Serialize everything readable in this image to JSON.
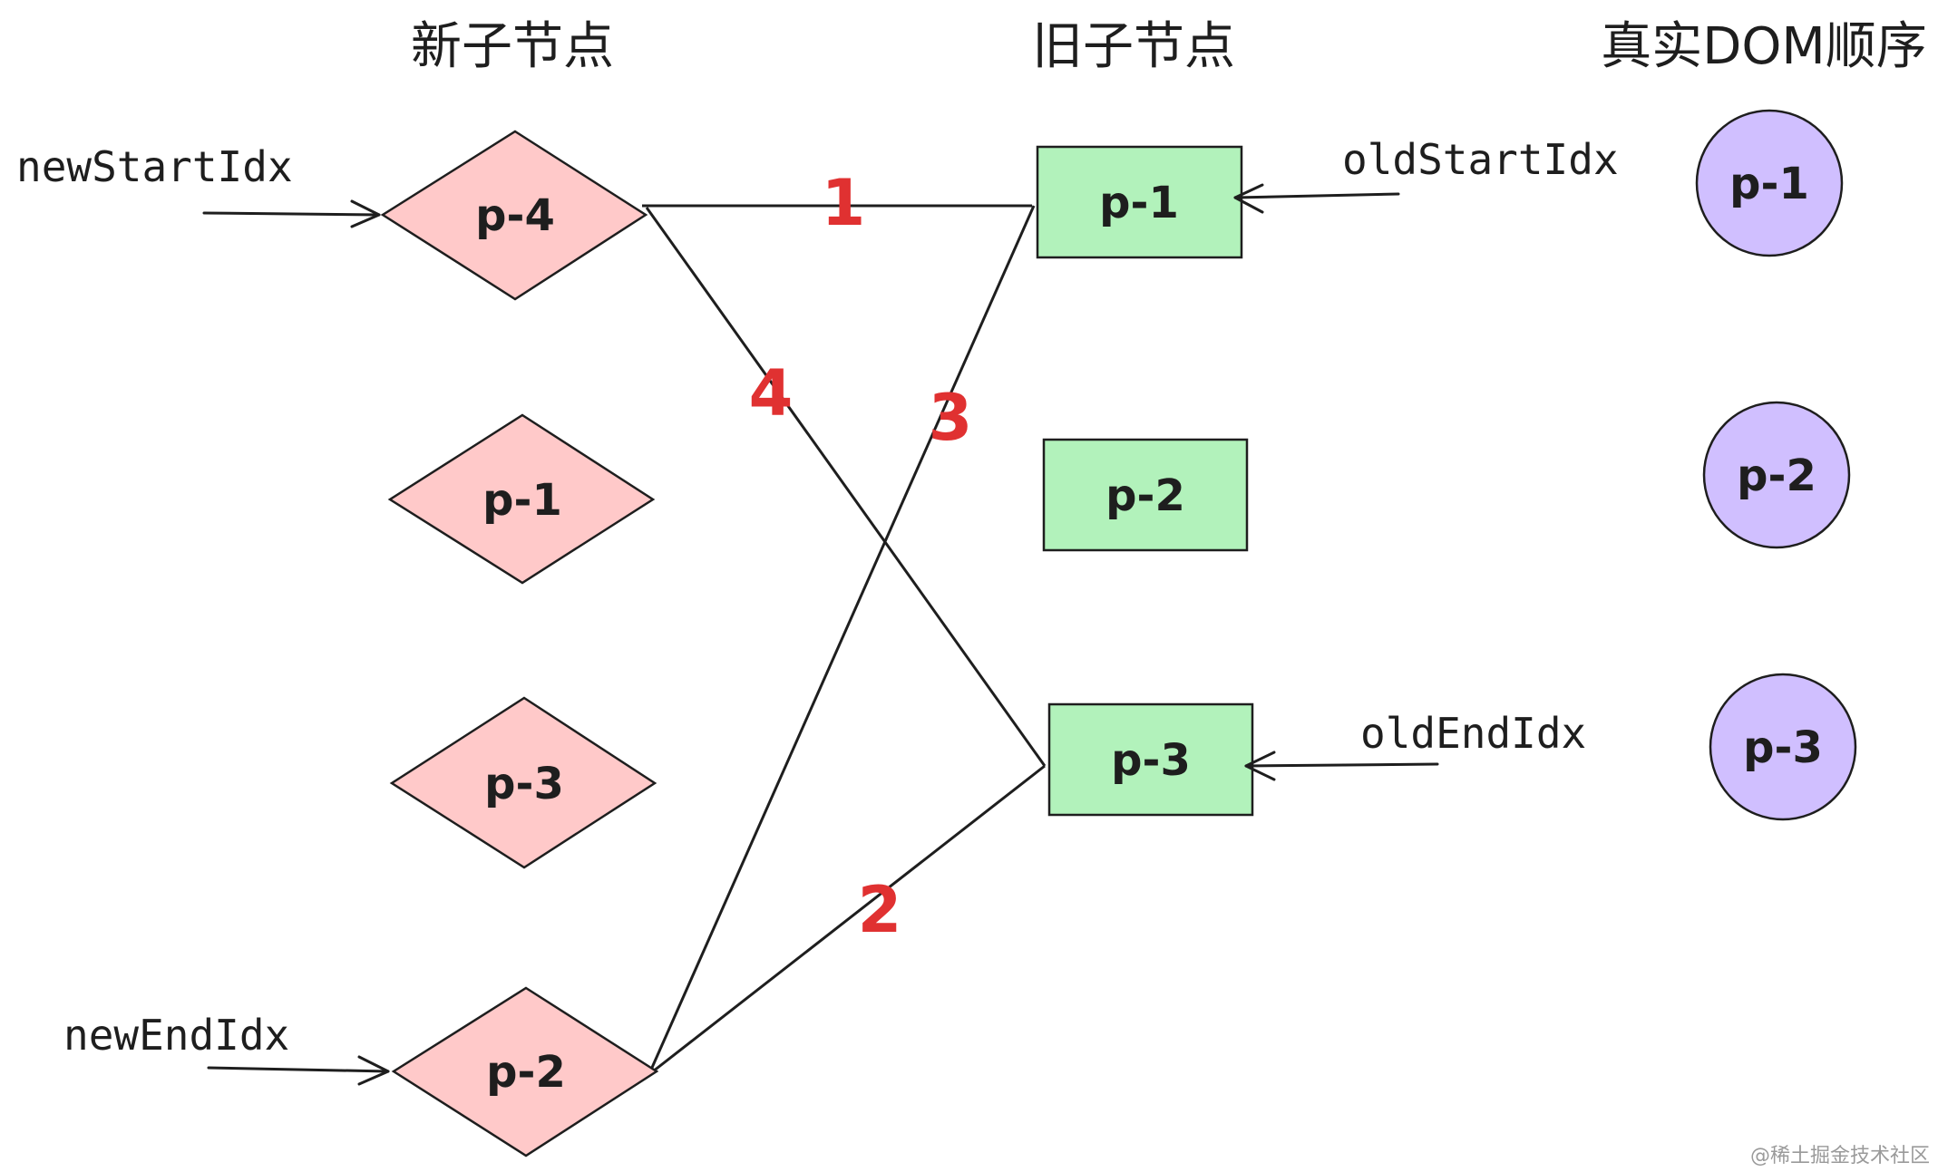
{
  "headers": {
    "new_children": "新子节点",
    "old_children": "旧子节点",
    "real_dom_order": "真实DOM顺序"
  },
  "new_nodes": [
    "p-4",
    "p-1",
    "p-3",
    "p-2"
  ],
  "old_nodes": [
    "p-1",
    "p-2",
    "p-3"
  ],
  "dom_nodes": [
    "p-1",
    "p-2",
    "p-3"
  ],
  "pointers": {
    "new_start": "newStartIdx",
    "new_end": "newEndIdx",
    "old_start": "oldStartIdx",
    "old_end": "oldEndIdx"
  },
  "comparisons": [
    "1",
    "2",
    "3",
    "4"
  ],
  "watermark": "@稀土掘金技术社区",
  "colors": {
    "new_node_fill": "#ffc9c9",
    "old_node_fill": "#b2f2bb",
    "dom_node_fill": "#d0bfff",
    "comparison_number": "#e03131"
  }
}
